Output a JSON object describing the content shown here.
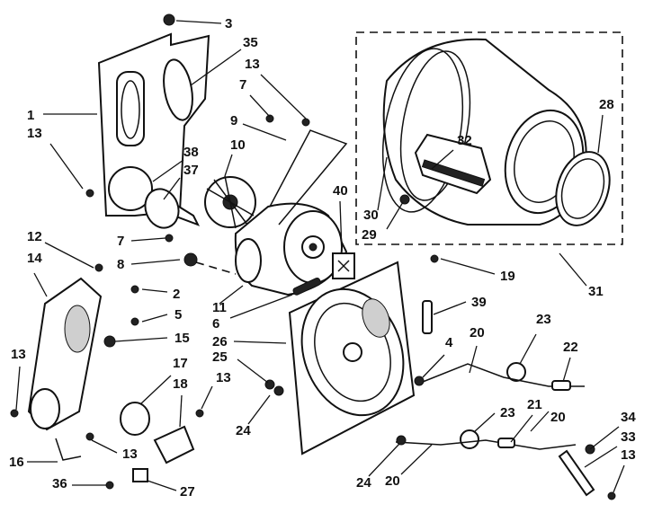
{
  "colors": {
    "ink": "#111111",
    "paper": "#ffffff"
  },
  "callouts": [
    {
      "id": "c3",
      "text": "3"
    },
    {
      "id": "c35",
      "text": "35"
    },
    {
      "id": "c13a",
      "text": "13"
    },
    {
      "id": "c7a",
      "text": "7"
    },
    {
      "id": "c1",
      "text": "1"
    },
    {
      "id": "c13b",
      "text": "13"
    },
    {
      "id": "c9",
      "text": "9"
    },
    {
      "id": "c38",
      "text": "38"
    },
    {
      "id": "c10",
      "text": "10"
    },
    {
      "id": "c37",
      "text": "37"
    },
    {
      "id": "c40",
      "text": "40"
    },
    {
      "id": "c32",
      "text": "32"
    },
    {
      "id": "c28",
      "text": "28"
    },
    {
      "id": "c30",
      "text": "30"
    },
    {
      "id": "c29",
      "text": "29"
    },
    {
      "id": "c7b",
      "text": "7"
    },
    {
      "id": "c12",
      "text": "12"
    },
    {
      "id": "c8",
      "text": "8"
    },
    {
      "id": "c14",
      "text": "14"
    },
    {
      "id": "c2",
      "text": "2"
    },
    {
      "id": "c19",
      "text": "19"
    },
    {
      "id": "c31",
      "text": "31"
    },
    {
      "id": "c11",
      "text": "11"
    },
    {
      "id": "c6",
      "text": "6"
    },
    {
      "id": "c39",
      "text": "39"
    },
    {
      "id": "c5",
      "text": "5"
    },
    {
      "id": "c26",
      "text": "26"
    },
    {
      "id": "c15",
      "text": "15"
    },
    {
      "id": "c20a",
      "text": "20"
    },
    {
      "id": "c23a",
      "text": "23"
    },
    {
      "id": "c4",
      "text": "4"
    },
    {
      "id": "c25",
      "text": "25"
    },
    {
      "id": "c22",
      "text": "22"
    },
    {
      "id": "c13c",
      "text": "13"
    },
    {
      "id": "c17",
      "text": "17"
    },
    {
      "id": "c13d",
      "text": "13"
    },
    {
      "id": "c18",
      "text": "18"
    },
    {
      "id": "c24a",
      "text": "24"
    },
    {
      "id": "c20b",
      "text": "20"
    },
    {
      "id": "c23b",
      "text": "23"
    },
    {
      "id": "c21",
      "text": "21"
    },
    {
      "id": "c34",
      "text": "34"
    },
    {
      "id": "c33",
      "text": "33"
    },
    {
      "id": "c13e",
      "text": "13"
    },
    {
      "id": "c16",
      "text": "16"
    },
    {
      "id": "c13f",
      "text": "13"
    },
    {
      "id": "c36",
      "text": "36"
    },
    {
      "id": "c27",
      "text": "27"
    },
    {
      "id": "c24b",
      "text": "24"
    },
    {
      "id": "c20c",
      "text": "20"
    }
  ]
}
